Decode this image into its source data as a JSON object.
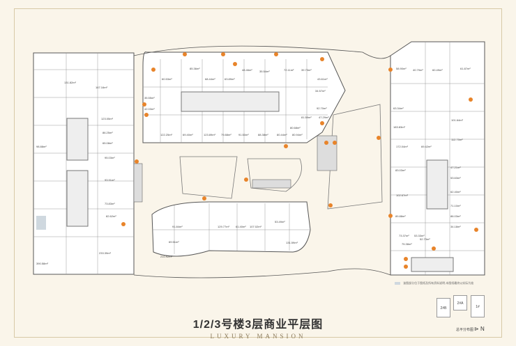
{
  "title": "1/2/3号楼3层商业平层图",
  "subtitle": "LUXURY MANSION",
  "legend_text": "该图部分位于图纸及所有资料说明,本图纸最终以实际为准",
  "site_map": {
    "buildings": [
      "2#B",
      "2#A",
      "1#"
    ],
    "caption": "总平分布图",
    "north": "N"
  },
  "unit_labels": [
    "131.82m²",
    "167.16m²",
    "123.05m²",
    "65.08m²",
    "98.88m²",
    "86.25m²",
    "95.03m²",
    "93.91m²",
    "73.83m²",
    "82.62m²",
    "390.58m²",
    "233.39m²",
    "60.53m²",
    "85.36m²",
    "68.44m²",
    "63.89m²",
    "48.46m²",
    "35.55m²",
    "42.03m²",
    "35.54m²",
    "72.11m²",
    "39.73m²",
    "43.61m²",
    "34.57m²",
    "92.70m²",
    "47.29m²",
    "122.25m²",
    "69.40m²",
    "123.89m²",
    "79.88m²",
    "91.50m²",
    "88.38m²",
    "80.44m²",
    "80.94m²",
    "80.68m²",
    "81.59m²",
    "91.84m²",
    "129.77m²",
    "61.40m²",
    "107.02m²",
    "53.49m²",
    "210.92m²",
    "69.51m²",
    "131.59m²",
    "58.90m²",
    "40.79m²",
    "60.49m²",
    "61.87m²",
    "63.34m²",
    "183.83m²",
    "101.64m²",
    "47.21m²",
    "172.04m²",
    "83.03m²",
    "102.67m²",
    "89.88m²",
    "53.63m²",
    "62.40m²",
    "71.10m²",
    "86.03m²",
    "34.18m²",
    "52.73m²",
    "73.37m²",
    "75.38m²",
    "53.33m²",
    "112.70m²",
    "69.42m²"
  ]
}
